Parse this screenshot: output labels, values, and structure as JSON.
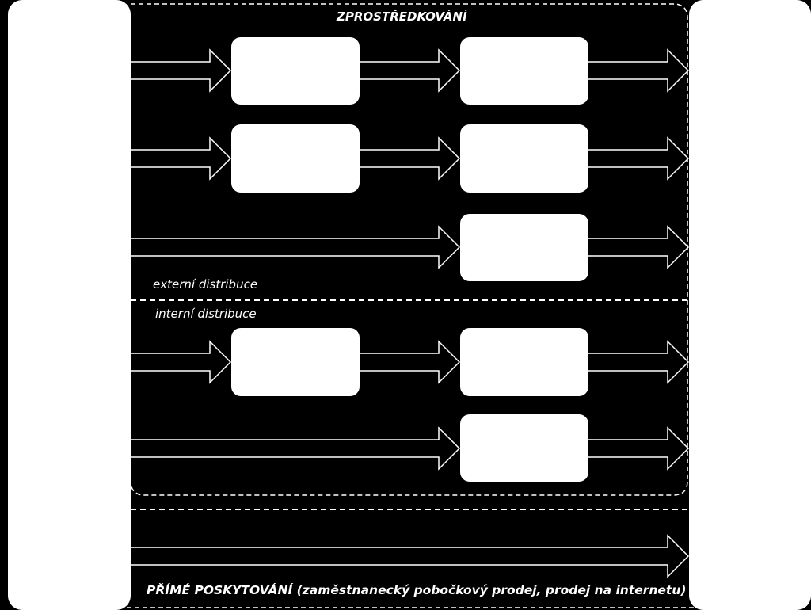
{
  "diagram": {
    "intermediation_label": "ZPROSTŘEDKOVÁNÍ",
    "external_label": "externí distribuce",
    "internal_label": "interní distribuce",
    "direct_label": "PŘÍMÉ POSKYTOVÁNÍ (zaměstnanecký pobočkový prodej, prodej na internetu)"
  },
  "colors": {
    "background": "#000000",
    "foreground": "#ffffff"
  }
}
